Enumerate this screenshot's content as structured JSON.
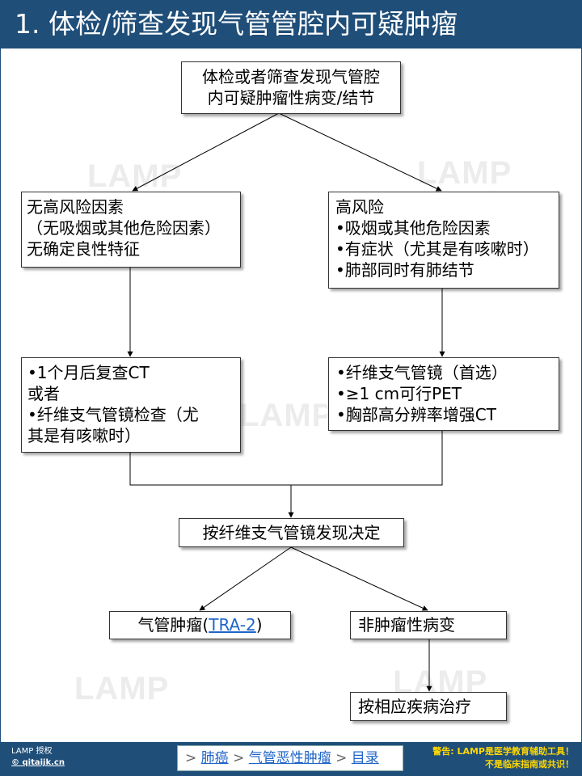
{
  "header": {
    "title": "1. 体检/筛查发现气管管腔内可疑肿瘤"
  },
  "watermark": "LAMP",
  "flowchart": {
    "start": [
      "体检或者筛查发现气管腔",
      "内可疑肿瘤性病变/结节"
    ],
    "low_risk": [
      "无高风险因素",
      "（无吸烟或其他危险因素）",
      "无确定良性特征"
    ],
    "high_risk": [
      "高风险",
      "•吸烟或其他危险因素",
      "•有症状（尤其是有咳嗽时）",
      "•肺部同时有肺结节"
    ],
    "low_action": [
      "•1个月后复查CT",
      "或者",
      "•纤维支气管镜检查（尤",
      "其是有咳嗽时）"
    ],
    "high_action": [
      "•纤维支气管镜（首选）",
      "•≥1 cm可行PET",
      "•胸部高分辨率增强CT"
    ],
    "decision": "按纤维支气管镜发现决定",
    "tumor": {
      "text": "气管肿瘤(",
      "link": "TRA-2",
      "close": ")"
    },
    "non_tumor": "非肿瘤性病变",
    "treat": "按相应疾病治疗"
  },
  "footer": {
    "credit_line1": "LAMP 授权",
    "credit_line2": "© qitaijk.cn",
    "nav": {
      "prefix": ">",
      "items": [
        "肺癌",
        "气管恶性肿瘤",
        "目录"
      ],
      "sep": ">"
    },
    "warning_line1": "警告: LAMP是医学教育辅助工具！",
    "warning_line2": "不是临床指南或共识！"
  }
}
